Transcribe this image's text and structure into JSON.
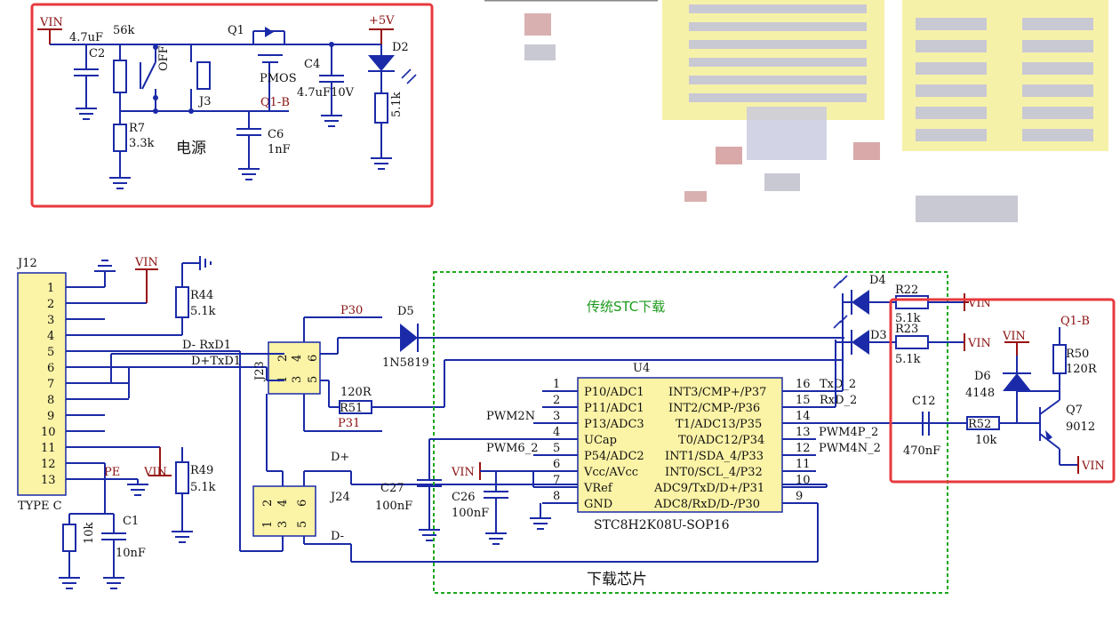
{
  "power_section": {
    "vin": "VIN",
    "c2_value": "4.7uF",
    "c2": "C2",
    "r_56k": "56k",
    "off": "OFF",
    "j3": "J3",
    "q1": "Q1",
    "pmos": "PMOS",
    "plus5v": "+5V",
    "d2": "D2",
    "c4": "C4",
    "c4_value": "4.7uF10V",
    "d2_r": "5.1k",
    "q1b": "Q1-B",
    "r7": "R7",
    "r7_value": "3.3k",
    "c6": "C6",
    "c6_value": "1nF",
    "label_cn": "电源"
  },
  "usb_section": {
    "j12": "J12",
    "pins": [
      "1",
      "2",
      "3",
      "4",
      "5",
      "6",
      "7",
      "8",
      "9",
      "10",
      "11",
      "12",
      "13"
    ],
    "type_c": "TYPE C",
    "vin": "VIN",
    "r44": "R44",
    "r44_value": "5.1k",
    "dm_rxd": "D- RxD1",
    "dp_txd": "D+TxD1",
    "pe": "PE",
    "vin2": "VIN",
    "r49": "R49",
    "r49_value": "5.1k",
    "c1": "C1",
    "c1_value": "10nF",
    "r_10k": "10k"
  },
  "switch_section": {
    "j23": "J23",
    "j23_pins": [
      "1",
      "2",
      "3",
      "4",
      "5",
      "6"
    ],
    "p30": "P30",
    "p31": "P31",
    "r51": "R51",
    "r51_value": "120R",
    "d5": "D5",
    "d5_value": "1N5819",
    "j24": "J24",
    "j24_pins": [
      "1",
      "2",
      "3",
      "4",
      "5",
      "6"
    ],
    "dplus": "D+",
    "dminus": "D-"
  },
  "mcu_section": {
    "title_cn": "传统STC下载",
    "footer_cn": "下载芯片",
    "u4": "U4",
    "part": "STC8H2K08U-SOP16",
    "left_pins": [
      {
        "num": "1",
        "name": "P10/ADC1"
      },
      {
        "num": "2",
        "name": "P11/ADC1"
      },
      {
        "num": "3",
        "name": "P13/ADC3"
      },
      {
        "num": "4",
        "name": "UCap"
      },
      {
        "num": "5",
        "name": "P54/ADC2"
      },
      {
        "num": "6",
        "name": "Vcc/AVcc"
      },
      {
        "num": "7",
        "name": "VRef"
      },
      {
        "num": "8",
        "name": "GND"
      }
    ],
    "right_pins": [
      {
        "num": "16",
        "name": "INT3/CMP+/P37"
      },
      {
        "num": "15",
        "name": "INT2/CMP-/P36"
      },
      {
        "num": "14",
        "name": "T1/ADC13/P35"
      },
      {
        "num": "13",
        "name": "T0/ADC12/P34"
      },
      {
        "num": "12",
        "name": "INT1/SDA_4/P33"
      },
      {
        "num": "11",
        "name": "INT0/SCL_4/P32"
      },
      {
        "num": "10",
        "name": "ADC9/TxD/D+/P31"
      },
      {
        "num": "9",
        "name": "ADC8/RxD/D-/P30"
      }
    ],
    "pwm2n": "PWM2N",
    "pwm6_2": "PWM6_2",
    "vin": "VIN",
    "c27": "C27",
    "c27_value": "100nF",
    "c26": "C26",
    "c26_value": "100nF",
    "txd2": "TxD_2",
    "rxd2": "RxD_2",
    "pwm4p": "PWM4P_2",
    "pwm4n": "PWM4N_2"
  },
  "led_section": {
    "d4": "D4",
    "d3": "D3",
    "r22": "R22",
    "r22_value": "5.1k",
    "r23": "R23",
    "r23_value": "5.1k",
    "vin": "VIN"
  },
  "driver_section": {
    "q1b": "Q1-B",
    "vin": "VIN",
    "r50": "R50",
    "r50_value": "120R",
    "d6": "D6",
    "d6_value": "4148",
    "c12": "C12",
    "c12_value": "470nF",
    "r52": "R52",
    "r52_value": "10k",
    "q7": "Q7",
    "q7_value": "9012",
    "vin2": "VIN"
  },
  "colors": {
    "wire": "#1a2aa8",
    "power": "#9a1010",
    "highlight": "#e8393c",
    "dashed": "#1aa81a",
    "connector_fill": "#fbf3a6"
  }
}
